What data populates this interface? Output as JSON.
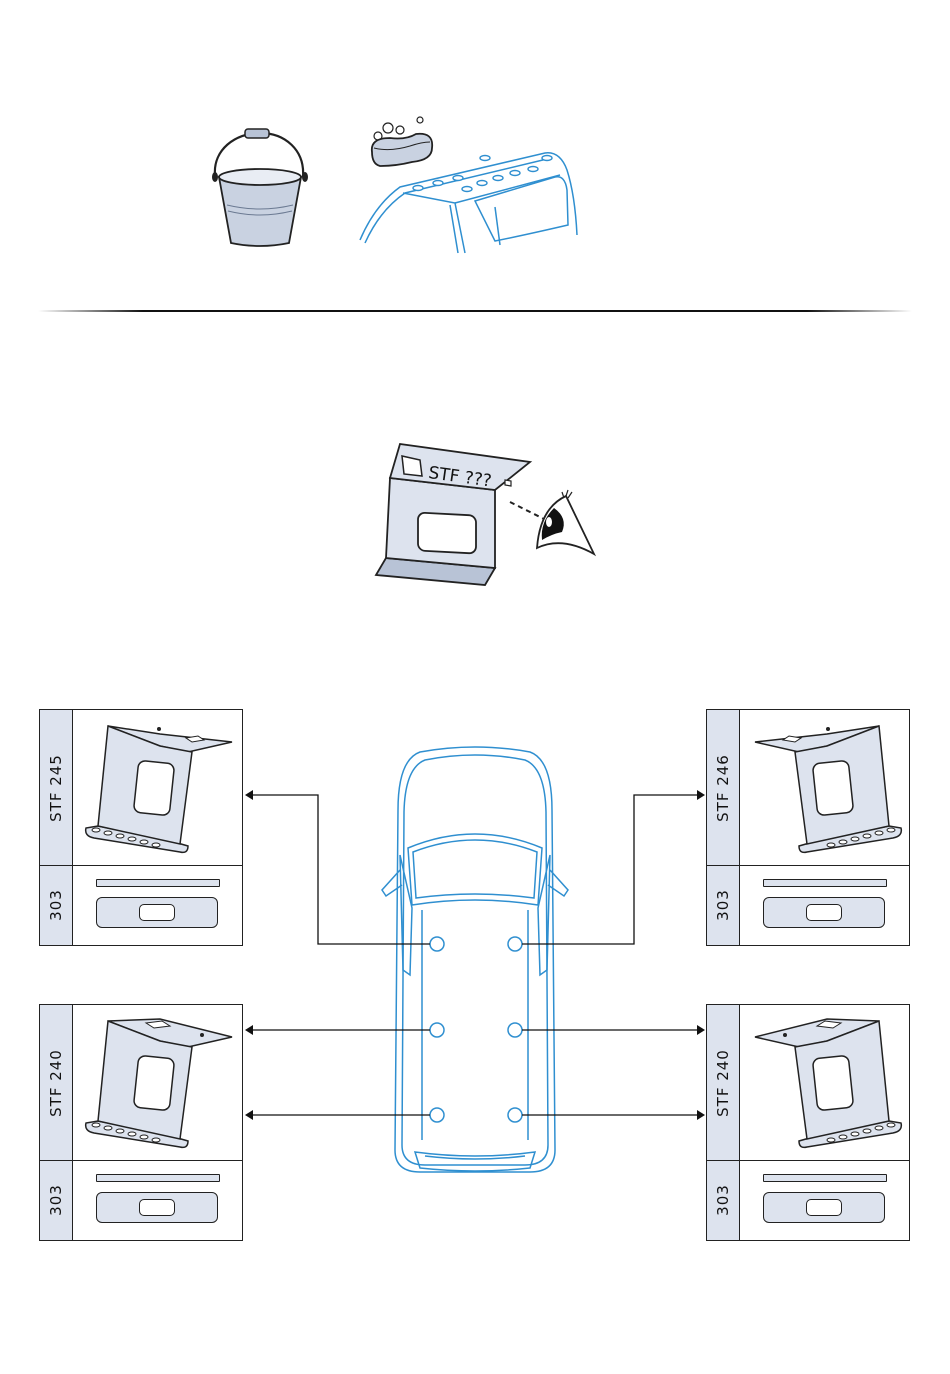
{
  "sticker_label": "STF ???",
  "panels": [
    {
      "id": "front-left",
      "bracket": "STF 245",
      "code": "303"
    },
    {
      "id": "front-right",
      "bracket": "STF 246",
      "code": "303"
    },
    {
      "id": "rear-left",
      "bracket": "STF 240",
      "code": "303"
    },
    {
      "id": "rear-right",
      "bracket": "STF 240",
      "code": "303"
    }
  ],
  "colors": {
    "car_outline": "#2f8fd0",
    "fill_light": "#dde3ee",
    "ink": "#111111"
  },
  "icons": [
    "bucket-icon",
    "sponge-icon",
    "car-roof-icon",
    "eye-icon",
    "bracket-icon"
  ]
}
